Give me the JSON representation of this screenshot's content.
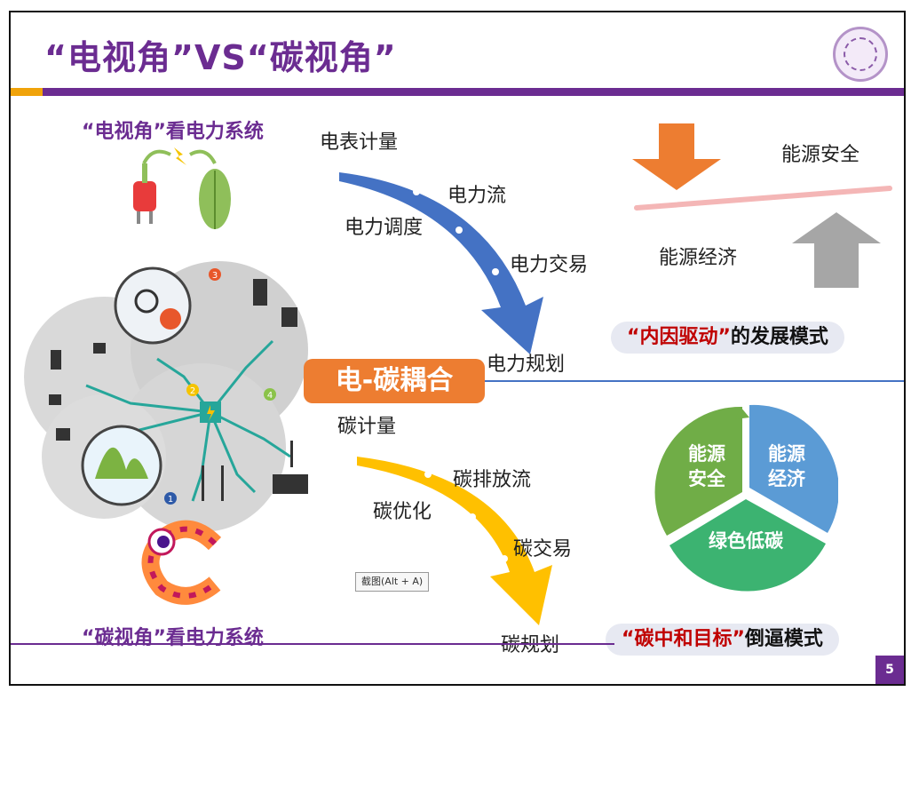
{
  "slide": {
    "title": "“电视角”VS“碳视角”",
    "page_number": "5"
  },
  "electric_view": {
    "caption": "“电视角”看电力系统",
    "stages": [
      "电表计量",
      "电力流",
      "电力调度",
      "电力交易",
      "电力规划"
    ]
  },
  "carbon_view": {
    "caption": "“碳视角”看电力系统",
    "stages": [
      "碳计量",
      "碳排放流",
      "碳优化",
      "碳交易",
      "碳规划"
    ]
  },
  "coupling": {
    "label": "电-碳耦合"
  },
  "internal_mode": {
    "energy_security": "能源安全",
    "energy_economy": "能源经济",
    "prefix": "“内因驱动”",
    "suffix": "的发展模式"
  },
  "carbon_neutral_mode": {
    "pie_segments": [
      {
        "label_line1": "能源",
        "label_line2": "安全",
        "color": "#70ad47"
      },
      {
        "label_line1": "能源",
        "label_line2": "经济",
        "color": "#5b9bd5"
      },
      {
        "label_line1": "绿色低碳",
        "label_line2": "",
        "color": "#3cb371"
      }
    ],
    "prefix": "“碳中和目标”",
    "suffix": "倒逼模式"
  },
  "grid_badges": [
    "1",
    "2",
    "3",
    "4"
  ],
  "tooltip": "截图(Alt + A)",
  "colors": {
    "purple": "#6b2c91",
    "orange": "#ed7d31",
    "blue_arrow": "#4472c4",
    "yellow_arrow": "#ffc000",
    "red": "#c00000"
  }
}
